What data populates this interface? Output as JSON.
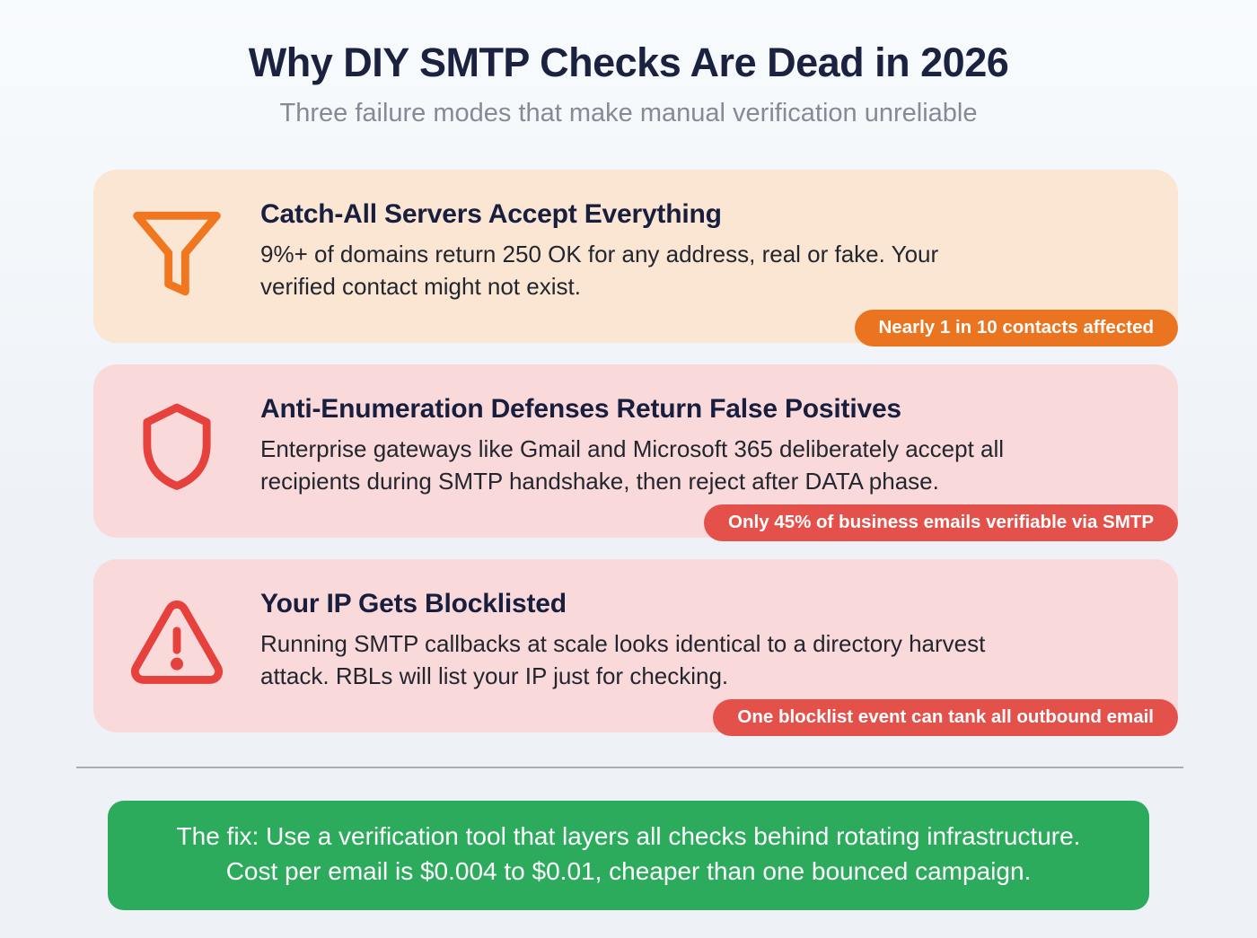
{
  "header": {
    "title": "Why DIY SMTP Checks Are Dead in 2026",
    "subtitle": "Three failure modes that make manual verification unreliable"
  },
  "cards": [
    {
      "icon": "funnel-icon",
      "title": "Catch-All Servers Accept Everything",
      "body": "9%+ of domains return 250 OK for any address, real or fake. Your\nverified contact might not exist.",
      "badge": "Nearly 1 in 10 contacts affected",
      "accent_color": "#f0761f",
      "background_color": "#fbe5d3",
      "badge_color": "#eb7421"
    },
    {
      "icon": "shield-icon",
      "title": "Anti-Enumeration Defenses Return False Positives",
      "body": "Enterprise gateways like Gmail and Microsoft 365 deliberately accept all\nrecipients during SMTP handshake, then reject after DATA phase.",
      "badge": "Only 45% of business emails verifiable via SMTP",
      "accent_color": "#e6413d",
      "background_color": "#fad9da",
      "badge_color": "#e4504a"
    },
    {
      "icon": "warning-triangle-icon",
      "title": "Your IP Gets Blocklisted",
      "body": "Running SMTP callbacks at scale looks identical to a directory harvest\nattack. RBLs will list your IP just for checking.",
      "badge": "One blocklist event can tank all outbound email",
      "accent_color": "#e6413d",
      "background_color": "#fad9da",
      "badge_color": "#e4504a"
    }
  ],
  "footer": {
    "line1": "The fix: Use a verification tool that layers all checks behind rotating infrastructure.",
    "line2": "Cost per email is $0.004 to $0.01, cheaper than one bounced campaign.",
    "background_color": "#2bab5b"
  },
  "colors": {
    "page_background": "#eef2f7",
    "title_text": "#1a2240",
    "subtitle_text": "#848b96",
    "card_title_text": "#181f3e",
    "body_text": "#22262f",
    "badge_text": "#ffffff",
    "divider": "#a8aeb6"
  }
}
